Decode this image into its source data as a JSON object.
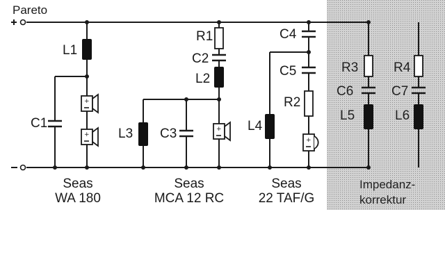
{
  "diagram": {
    "title": "Pareto",
    "terminals": {
      "positive": "+",
      "negative": "−"
    },
    "components": {
      "L1": "L1",
      "C1": "C1",
      "R1": "R1",
      "C2": "C2",
      "L2": "L2",
      "L3": "L3",
      "C3": "C3",
      "C4": "C4",
      "C5": "C5",
      "R2": "R2",
      "L4": "L4",
      "R3": "R3",
      "C6": "C6",
      "L5": "L5",
      "R4": "R4",
      "C7": "C7",
      "L6": "L6"
    },
    "drivers": [
      {
        "brand": "Seas",
        "model": "WA 180"
      },
      {
        "brand": "Seas",
        "model": "MCA 12 RC"
      },
      {
        "brand": "Seas",
        "model": "22 TAF/G"
      }
    ],
    "impedance_label": [
      "Impedanz-",
      "korrektur"
    ],
    "colors": {
      "line": "#1a1a1a",
      "shade": "#c8c8c8",
      "shade_dot": "#9a9a9a",
      "component_fill": "#111111"
    }
  }
}
